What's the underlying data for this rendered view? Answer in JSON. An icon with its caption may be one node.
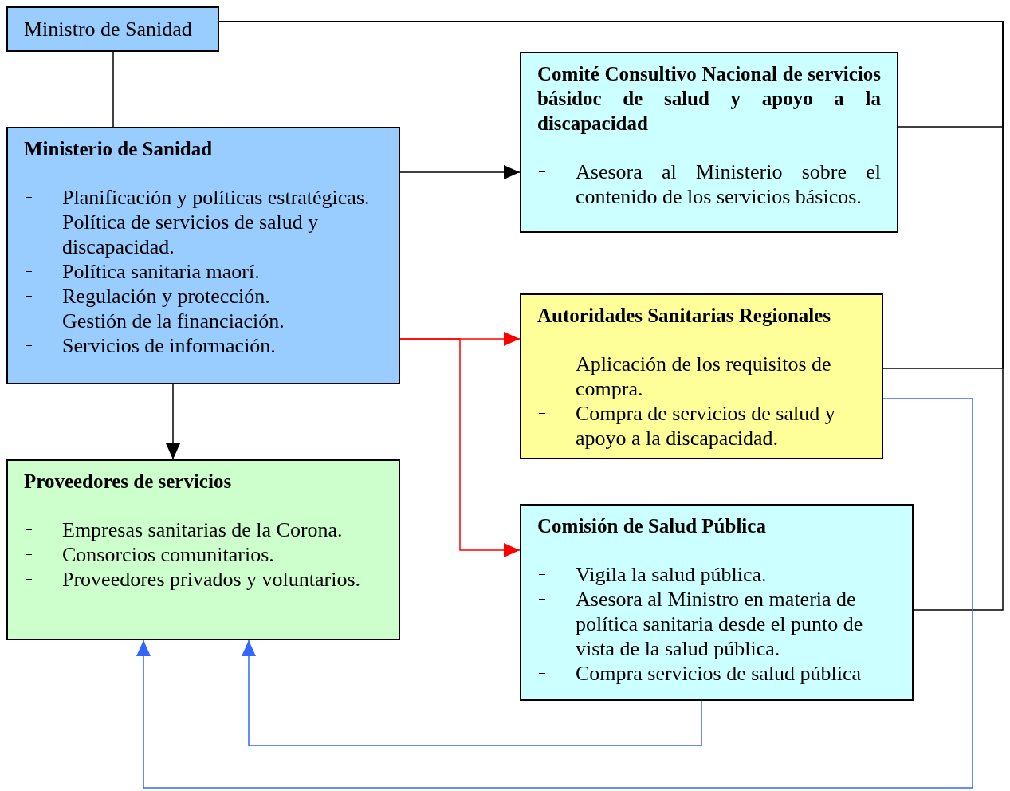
{
  "diagram": {
    "nodes": [
      {
        "text": [
          "Ministro de Sanidad"
        ]
      },
      {
        "text": [
          "Ministerio de Sanidad",
          "Planificación y políticas estratégicas.",
          "Política de servicios de salud y discapacidad.",
          "Política sanitaria maorí.",
          "Regulación y protección.",
          "Gestión de la financiación.",
          "Servicios de información."
        ]
      },
      {
        "text": [
          "Comité Consultivo Nacional de servicios básidoc de salud y apoyo a la discapacidad",
          "Asesora al Ministerio sobre el contenido de los servicios básicos."
        ]
      },
      {
        "text": [
          "Autoridades Sanitarias Regionales",
          "Aplicación de los requisitos de compra.",
          "Compra de servicios de salud y apoyo a la discapacidad."
        ]
      },
      {
        "text": [
          "Proveedores de servicios",
          "Empresas sanitarias de la Corona.",
          "Consorcios comunitarios.",
          "Proveedores privados y voluntarios."
        ]
      },
      {
        "text": [
          "Comisión de Salud Pública",
          "Vigila la salud pública.",
          "Asesora al Ministro en materia de política sanitaria desde el punto de vista de la salud pública.",
          "Compra servicios de salud pública"
        ]
      }
    ],
    "edges": [
      {
        "from": 0,
        "to": 1,
        "arrow": "none"
      },
      {
        "from": 1,
        "to": 2,
        "arrow": "to"
      },
      {
        "from": 1,
        "to": 3,
        "arrow": "to",
        "color": "#ff0000"
      },
      {
        "from": 1,
        "to": 5,
        "arrow": "to",
        "color": "#ff0000"
      },
      {
        "from": 1,
        "to": 4,
        "arrow": "to"
      },
      {
        "from": 2,
        "to": 0,
        "arrow": "none"
      },
      {
        "from": 3,
        "to": 0,
        "arrow": "none"
      },
      {
        "from": 5,
        "to": 0,
        "arrow": "none"
      },
      {
        "from": 5,
        "to": 4,
        "arrow": "to",
        "color": "#3366ff"
      },
      {
        "from": 3,
        "to": 4,
        "arrow": "to",
        "color": "#3366ff"
      }
    ]
  }
}
